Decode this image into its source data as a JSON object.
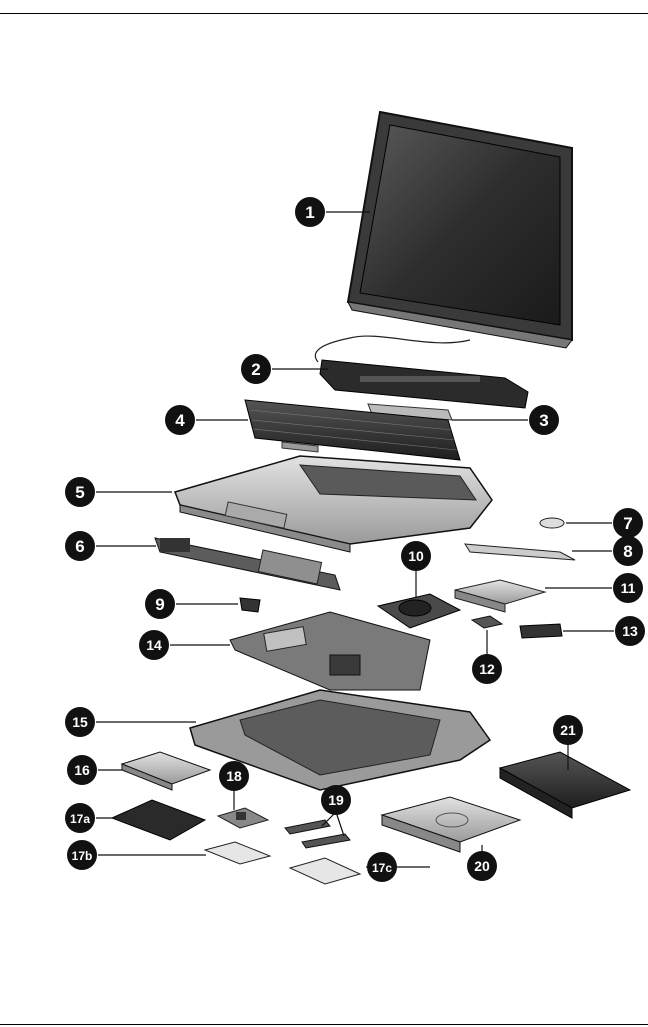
{
  "diagram": {
    "callouts": [
      "1",
      "2",
      "3",
      "4",
      "5",
      "6",
      "7",
      "8",
      "9",
      "10",
      "11",
      "12",
      "13",
      "14",
      "15",
      "16",
      "17a",
      "17b",
      "17c",
      "18",
      "19",
      "20",
      "21"
    ]
  },
  "colors": {
    "ink": "#111111",
    "part_dark": "#2a2a2a",
    "part_mid": "#6e6e6e",
    "part_light": "#c9c9c9"
  }
}
